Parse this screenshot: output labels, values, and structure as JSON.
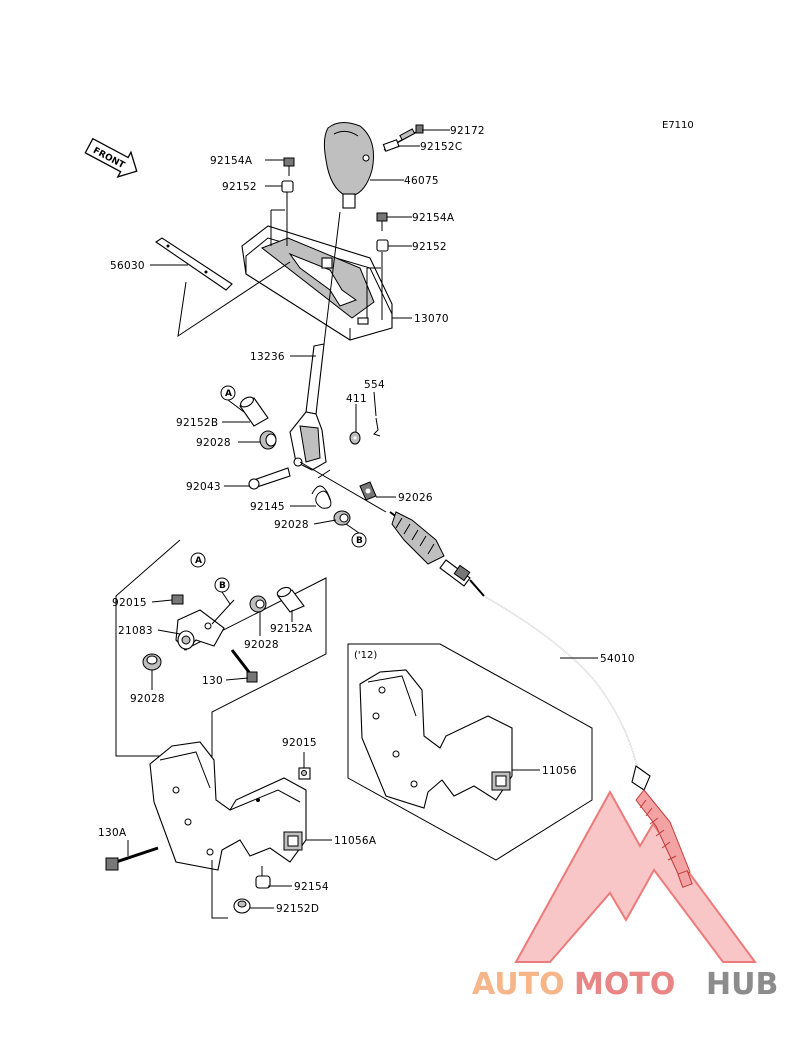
{
  "diagram_code": "E7110",
  "front_label": "FRONT",
  "model_note": "('12)",
  "callouts": {
    "a": "A",
    "b": "B"
  },
  "parts": {
    "p92172": "92172",
    "p92152C": "92152C",
    "p46075": "46075",
    "p92154A_top": "92154A",
    "p92152_top": "92152",
    "p92154A_right": "92154A",
    "p92152_right": "92152",
    "p56030": "56030",
    "p13070": "13070",
    "p13236": "13236",
    "p554": "554",
    "p411": "411",
    "p92152B": "92152B",
    "p92028_a": "92028",
    "p92043": "92043",
    "p92026": "92026",
    "p92145": "92145",
    "p92028_b": "92028",
    "p92015_a": "92015",
    "p21083": "21083",
    "p92152A": "92152A",
    "p92028_c": "92028",
    "p130": "130",
    "p92028_d": "92028",
    "p54010": "54010",
    "p11056": "11056",
    "p92015_b": "92015",
    "p130A": "130A",
    "p11056A": "11056A",
    "p92154": "92154",
    "p92152D": "92152D"
  },
  "watermark": {
    "part1": "AUTO",
    "part2": "MOTO",
    "part3": "HUB",
    "color_orange": "#f6b68a",
    "color_red": "#e85a5a",
    "color_grey": "#8c8c8c"
  }
}
